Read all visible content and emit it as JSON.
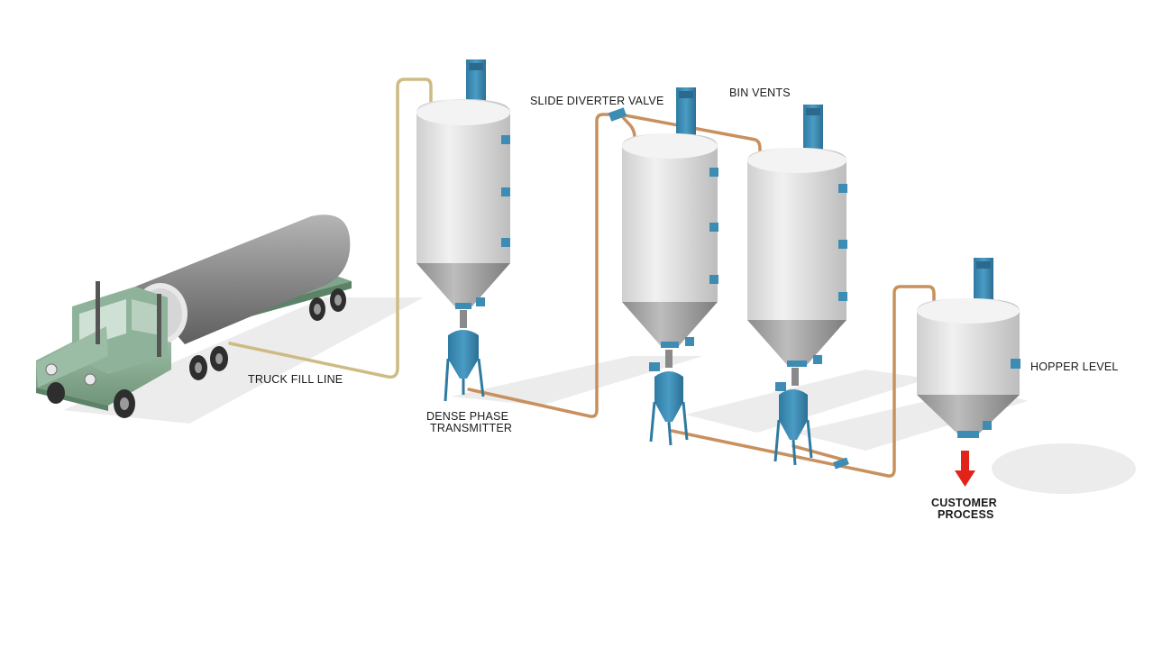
{
  "labels": {
    "truck_fill_line": "TRUCK FILL LINE",
    "dense_phase_transmitter_1": "DENSE PHASE",
    "dense_phase_transmitter_2": "TRANSMITTER",
    "slide_diverter_valve": "SLIDE DIVERTER VALVE",
    "bin_vents": "BIN VENTS",
    "hopper_level": "HOPPER LEVEL",
    "customer_process_1": "CUSTOMER",
    "customer_process_2": "PROCESS"
  },
  "colors": {
    "pipe": "#c8905e",
    "truck_fill_pipe": "#cdbb84",
    "silo_body": "#e6e6e6",
    "silo_cone": "#a9a9a9",
    "equipment_blue": "#3d8cb4",
    "truck_cab": "#8fb39a",
    "trailer_tank": "#8f8f8f",
    "arrow_red": "#e2231a"
  }
}
